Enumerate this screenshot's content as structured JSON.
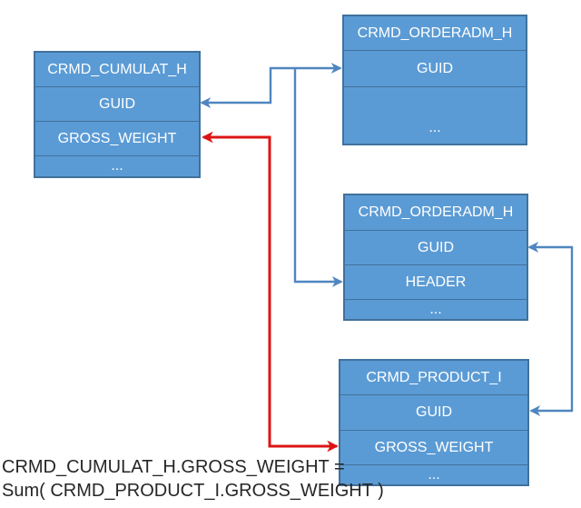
{
  "diagram": {
    "boxes": {
      "left": {
        "title": "CRMD_CUMULAT_H",
        "rows": [
          "GUID",
          "GROSS_WEIGHT",
          "..."
        ]
      },
      "top_right": {
        "title": "CRMD_ORDERADM_H",
        "rows": [
          "GUID",
          "..."
        ]
      },
      "middle_right": {
        "title": "CRMD_ORDERADM_H",
        "rows": [
          "GUID",
          "HEADER",
          "..."
        ]
      },
      "bottom_right": {
        "title": "CRMD_PRODUCT_I",
        "rows": [
          "GUID",
          "GROSS_WEIGHT",
          "..."
        ]
      }
    },
    "connectors": [
      {
        "from": "top_right.GUID",
        "to": "left.GUID",
        "color": "blue",
        "arrowheads": "both"
      },
      {
        "from": "top_right.GUID",
        "to": "middle_right.HEADER",
        "color": "blue",
        "arrowheads": "end"
      },
      {
        "from": "middle_right.GUID",
        "to": "bottom_right.GUID",
        "color": "blue",
        "arrowheads": "both"
      },
      {
        "from": "left.GROSS_WEIGHT",
        "to": "bottom_right.GROSS_WEIGHT",
        "color": "red",
        "arrowheads": "both"
      }
    ],
    "formula": {
      "line1": "CRMD_CUMULAT_H.GROSS_WEIGHT =",
      "line2": "Sum( CRMD_PRODUCT_I.GROSS_WEIGHT )"
    }
  },
  "colors": {
    "box_fill": "#5b9bd5",
    "box_border": "#41719c",
    "box_text": "#ffffff",
    "arrow_blue": "#4f86c0",
    "arrow_red": "#dd1414",
    "formula_text": "#262626",
    "background": "#ffffff"
  }
}
